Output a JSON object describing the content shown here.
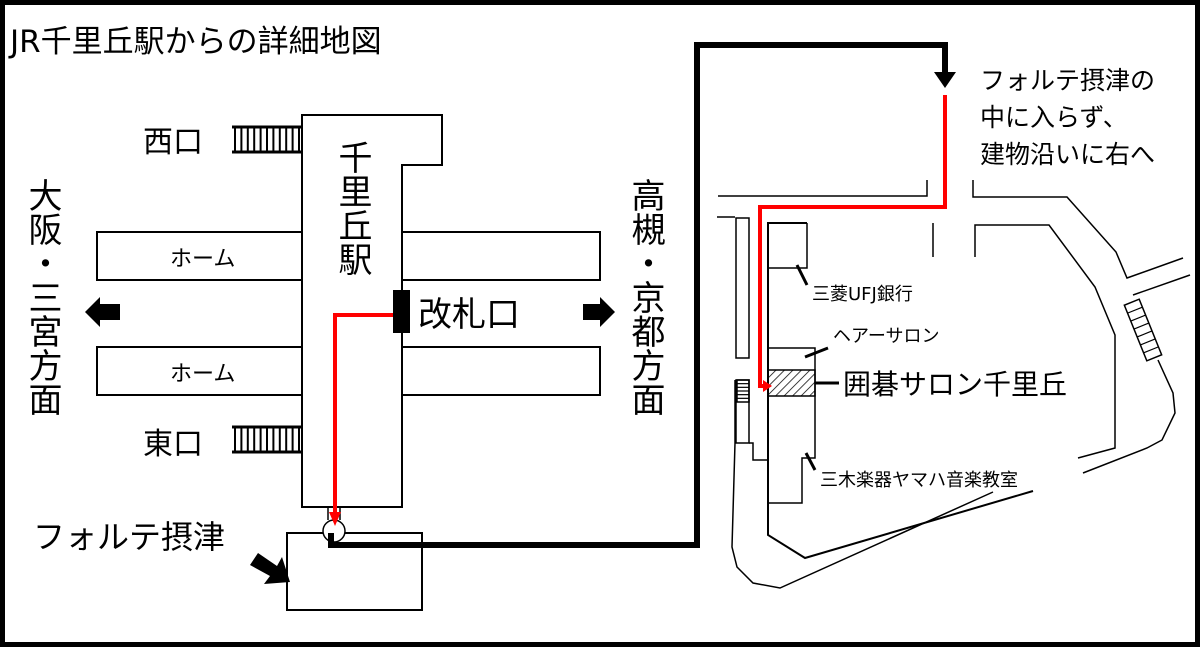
{
  "title": "JR千里丘駅からの詳細地図",
  "station": {
    "name": "千里丘駅",
    "west_exit": "西口",
    "east_exit": "東口",
    "platform_label": "ホーム",
    "ticket_gate": "改札口",
    "direction_left": "大阪・三宮方面",
    "direction_right": "高槻・京都方面"
  },
  "forte": {
    "label": "フォルテ摂津"
  },
  "instruction": [
    "フォルテ摂津の",
    "中に入らず、",
    "建物沿いに右へ"
  ],
  "detail_map": {
    "bank": "三菱UFJ銀行",
    "hair_salon": "ヘアーサロン",
    "destination": "囲碁サロン千里丘",
    "music_school": "三木楽器ヤマハ音楽教室"
  },
  "colors": {
    "route_walk": "#ff0000",
    "route_overview": "#000000",
    "border": "#000000"
  }
}
